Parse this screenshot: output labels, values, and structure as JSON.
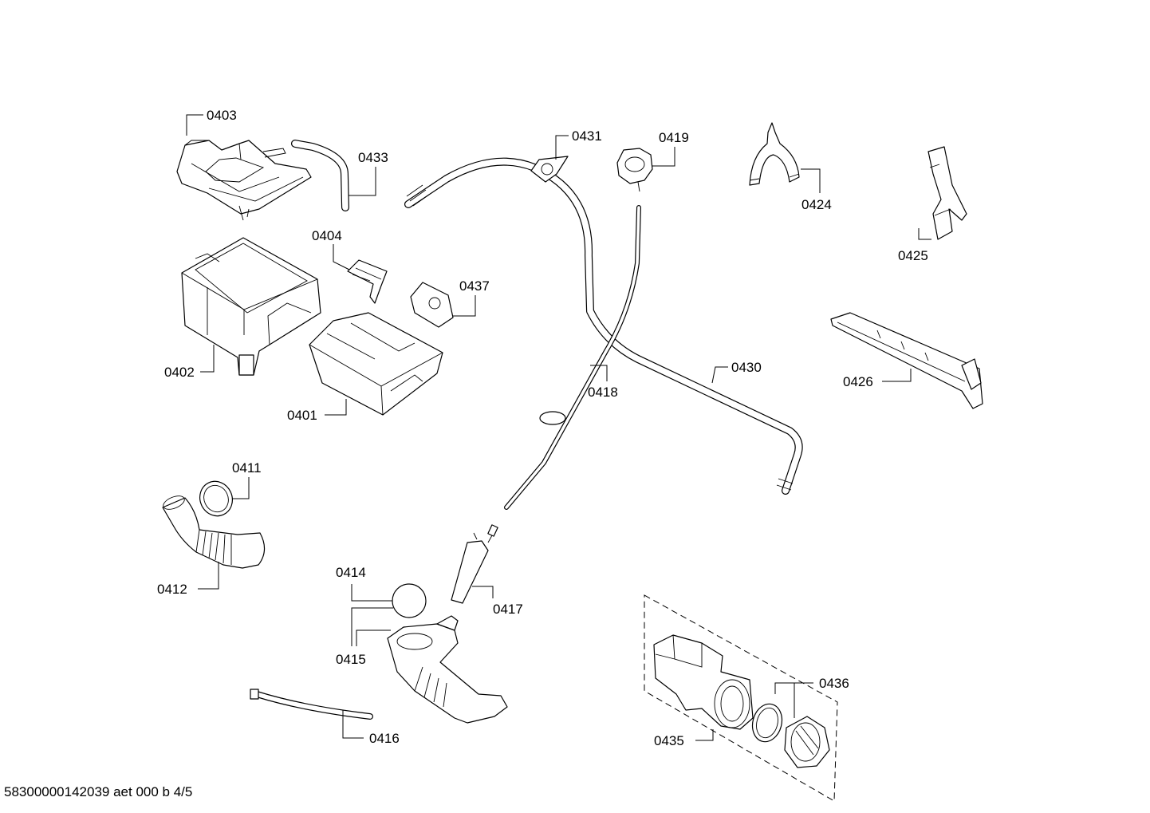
{
  "document_id": "58300000142039 aet 000 b 4/5",
  "parts": {
    "p0401": "0401",
    "p0402": "0402",
    "p0403": "0403",
    "p0404": "0404",
    "p0411": "0411",
    "p0412": "0412",
    "p0414": "0414",
    "p0415": "0415",
    "p0416": "0416",
    "p0417": "0417",
    "p0418": "0418",
    "p0419": "0419",
    "p0424": "0424",
    "p0425": "0425",
    "p0426": "0426",
    "p0430": "0430",
    "p0431": "0431",
    "p0433": "0433",
    "p0435": "0435",
    "p0436": "0436",
    "p0437": "0437"
  }
}
